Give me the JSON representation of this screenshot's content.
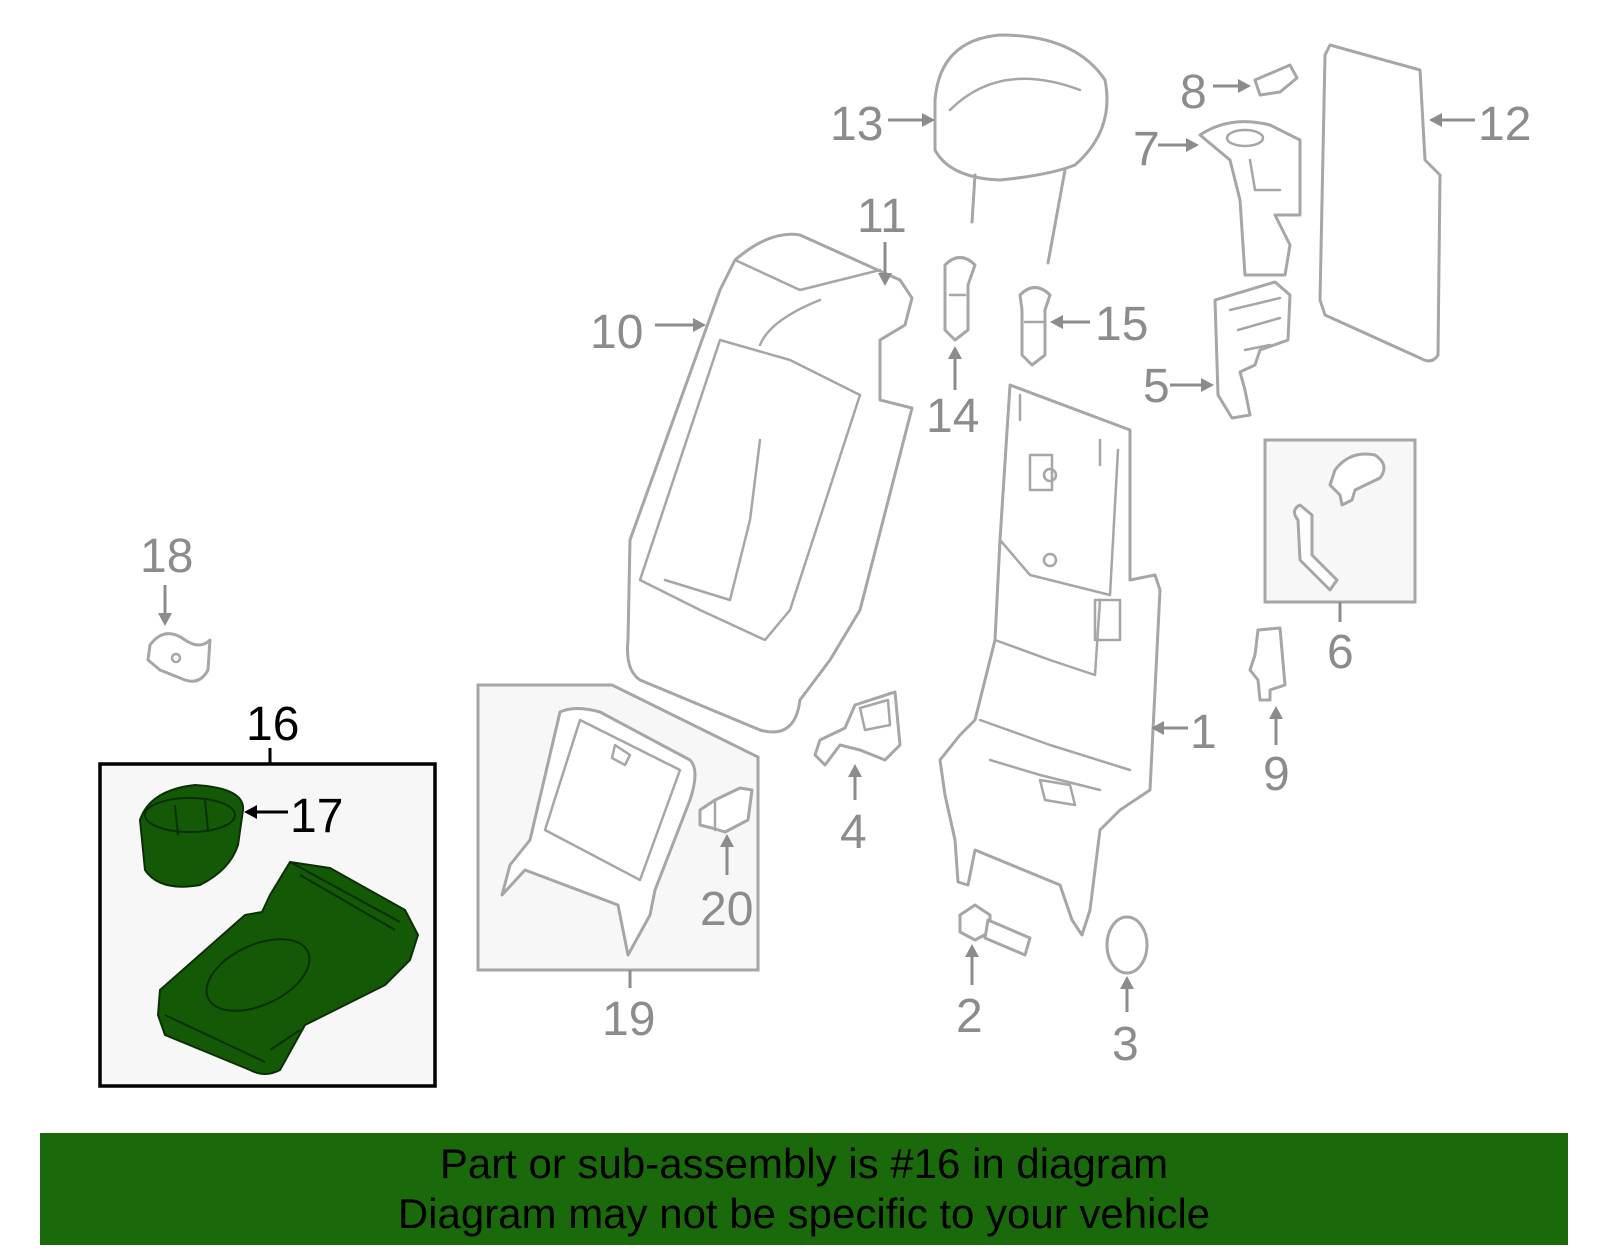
{
  "callouts": {
    "c1": "1",
    "c2": "2",
    "c3": "3",
    "c4": "4",
    "c5": "5",
    "c6": "6",
    "c7": "7",
    "c8": "8",
    "c9": "9",
    "c10": "10",
    "c11": "11",
    "c12": "12",
    "c13": "13",
    "c14": "14",
    "c15": "15",
    "c16": "16",
    "c17": "17",
    "c18": "18",
    "c19": "19",
    "c20": "20"
  },
  "highlighted_part": "16",
  "colors": {
    "highlight": "#145a06",
    "banner": "#1a6a0b",
    "line_art": "#a6a6a6"
  },
  "footer": {
    "line1": "Part or sub-assembly is #16 in diagram",
    "line2": "Diagram may not be specific to your vehicle"
  }
}
